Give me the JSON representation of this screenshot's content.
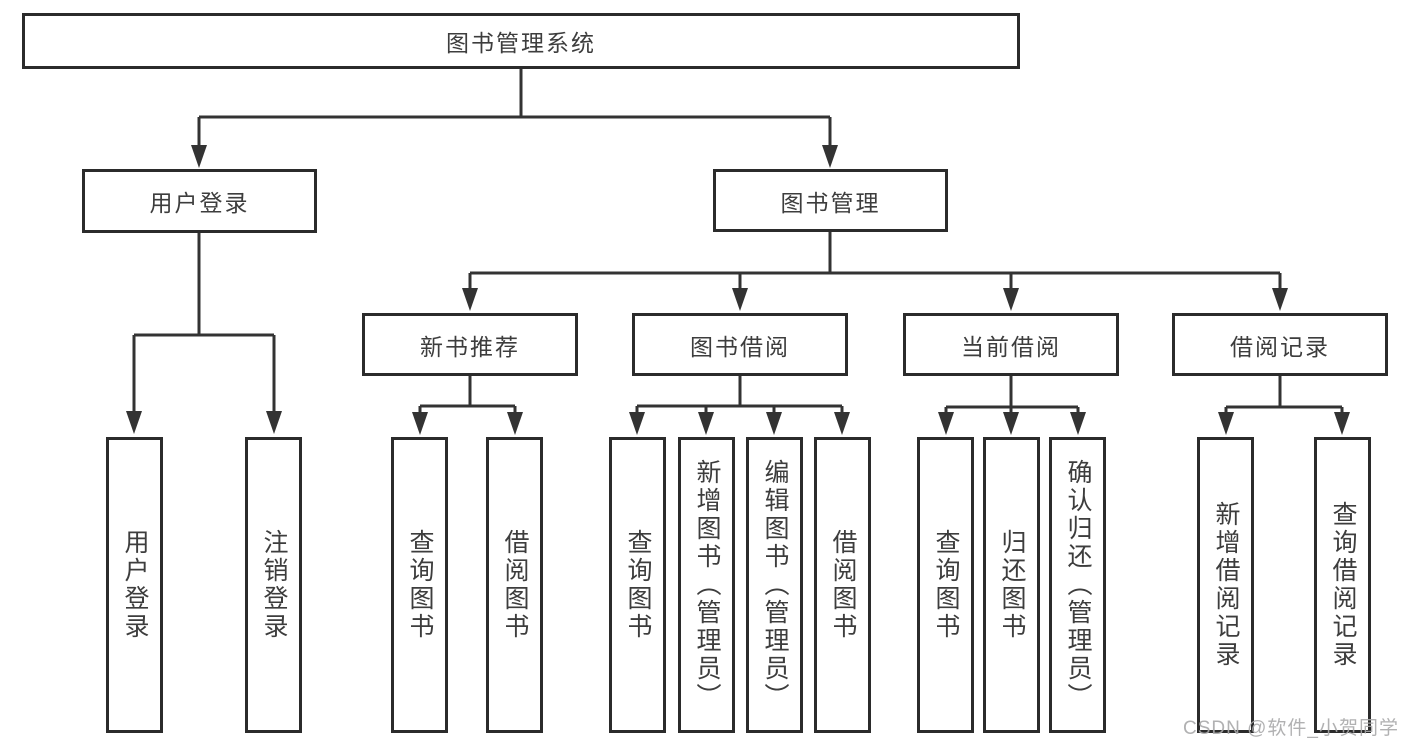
{
  "diagram": {
    "title": "图书管理系统",
    "root": {
      "label": "图书管理系统"
    },
    "level1": [
      {
        "label": "用户登录"
      },
      {
        "label": "图书管理"
      }
    ],
    "level2": [
      {
        "label": "新书推荐"
      },
      {
        "label": "图书借阅"
      },
      {
        "label": "当前借阅"
      },
      {
        "label": "借阅记录"
      }
    ],
    "leaves": [
      {
        "label": "用户登录",
        "parent": "用户登录"
      },
      {
        "label": "注销登录",
        "parent": "用户登录"
      },
      {
        "label": "查询图书",
        "parent": "新书推荐"
      },
      {
        "label": "借阅图书",
        "parent": "新书推荐"
      },
      {
        "label": "查询图书",
        "parent": "图书借阅"
      },
      {
        "label": "新增图书（管理员）",
        "parent": "图书借阅"
      },
      {
        "label": "编辑图书（管理员）",
        "parent": "图书借阅"
      },
      {
        "label": "借阅图书",
        "parent": "图书借阅"
      },
      {
        "label": "查询图书",
        "parent": "当前借阅"
      },
      {
        "label": "归还图书",
        "parent": "当前借阅"
      },
      {
        "label": "确认归还（管理员）",
        "parent": "当前借阅"
      },
      {
        "label": "新增借阅记录",
        "parent": "借阅记录"
      },
      {
        "label": "查询借阅记录",
        "parent": "借阅记录"
      }
    ]
  },
  "watermark": {
    "text": "CSDN @软件_小贺同学"
  },
  "colors": {
    "line": "#333333",
    "box_border": "#2b2b2b",
    "text": "#3d3d3d",
    "background": "#ffffff",
    "watermark": "#a8a8aa"
  }
}
